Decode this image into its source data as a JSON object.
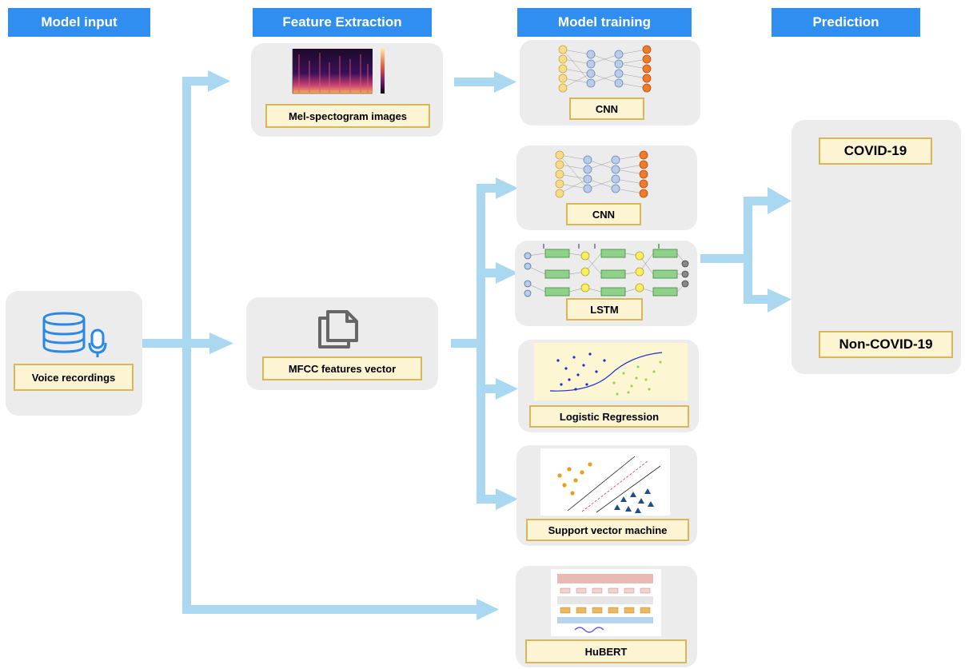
{
  "headers": {
    "model_input": "Model input",
    "feature_extraction": "Feature Extraction",
    "model_training": "Model training",
    "prediction": "Prediction"
  },
  "input": {
    "label": "Voice recordings",
    "icon": "database-microphone-icon"
  },
  "features": {
    "mel": {
      "label": "Mel-spectogram images"
    },
    "mfcc": {
      "label": "MFCC features vector",
      "icon": "copy-documents-icon"
    }
  },
  "models": {
    "cnn_top": {
      "label": "CNN"
    },
    "cnn": {
      "label": "CNN"
    },
    "lstm": {
      "label": "LSTM"
    },
    "logreg": {
      "label": "Logistic Regression"
    },
    "svm": {
      "label": "Support vector machine"
    },
    "hubert": {
      "label": "HuBERT"
    }
  },
  "outputs": {
    "covid": "COVID-19",
    "non_covid": "Non-COVID-19"
  },
  "colors": {
    "header": "#2f8ef0",
    "arrow": "#a9d8f0",
    "box": "#ececec",
    "label_fill": "#fdf4d4",
    "label_border": "#d9b65a"
  }
}
